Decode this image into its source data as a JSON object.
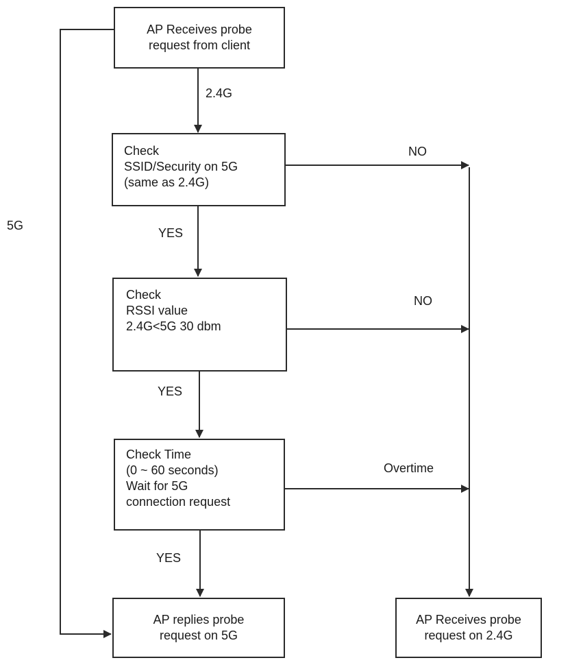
{
  "nodes": {
    "start": {
      "lines": [
        "AP Receives probe",
        "request from client"
      ]
    },
    "check_ssid": {
      "lines": [
        "Check",
        "SSID/Security on 5G",
        "(same as 2.4G)"
      ]
    },
    "check_rssi": {
      "lines": [
        "Check",
        "RSSI value",
        "2.4G<5G 30 dbm"
      ]
    },
    "check_time": {
      "lines": [
        "Check Time",
        "(0 ~ 60 seconds)",
        "Wait for 5G",
        "connection request"
      ]
    },
    "reply_5g": {
      "lines": [
        "AP replies probe",
        "request on 5G"
      ]
    },
    "reply_24g": {
      "lines": [
        "AP Receives probe",
        "request on 2.4G"
      ]
    }
  },
  "edge_labels": {
    "start_to_ssid": "2.4G",
    "start_to_5g": "5G",
    "ssid_yes": "YES",
    "ssid_no": "NO",
    "rssi_yes": "YES",
    "rssi_no": "NO",
    "time_yes": "YES",
    "time_overtime": "Overtime"
  },
  "colors": {
    "line": "#2a2a2a",
    "text": "#1a1a1a",
    "background": "#ffffff"
  }
}
